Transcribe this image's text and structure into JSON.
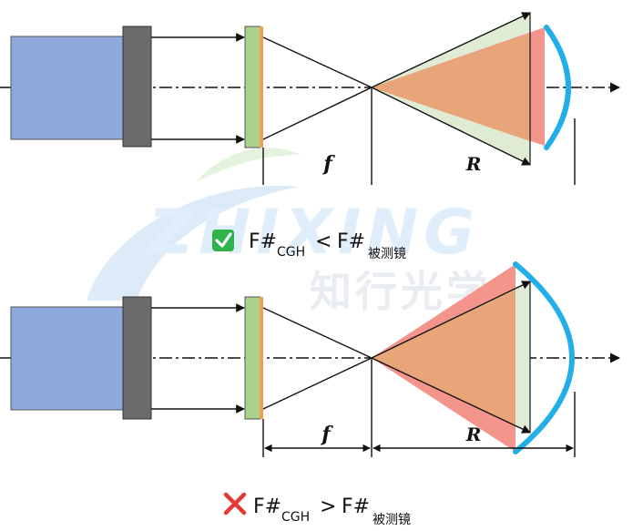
{
  "watermark": {
    "latin": "ZHIXING",
    "chinese": "知行光学"
  },
  "top_panel": {
    "focal_label": "f",
    "radius_label": "R",
    "status_icon": "check-icon",
    "status_color": "#2fb34a",
    "formula": {
      "f_symbol": "F#",
      "left_sub": "CGH",
      "operator": "<",
      "right_sub": "被测镜"
    }
  },
  "bottom_panel": {
    "focal_label": "f",
    "radius_label": "R",
    "status_icon": "cross-icon",
    "status_color": "#e53935",
    "formula": {
      "f_symbol": "F#",
      "left_sub": "CGH",
      "operator": ">",
      "right_sub": "被测镜"
    }
  },
  "colors": {
    "interferometer_body": "#8fa9dc",
    "interferometer_lens": "#6b6b6b",
    "cgh_plate": "#a9d18e",
    "cgh_coating": "#f0a050",
    "cone_green": "#dfecd3",
    "cone_red": "#f3958a",
    "cone_orange": "#e9a57a",
    "mirror": "#22aee6"
  }
}
